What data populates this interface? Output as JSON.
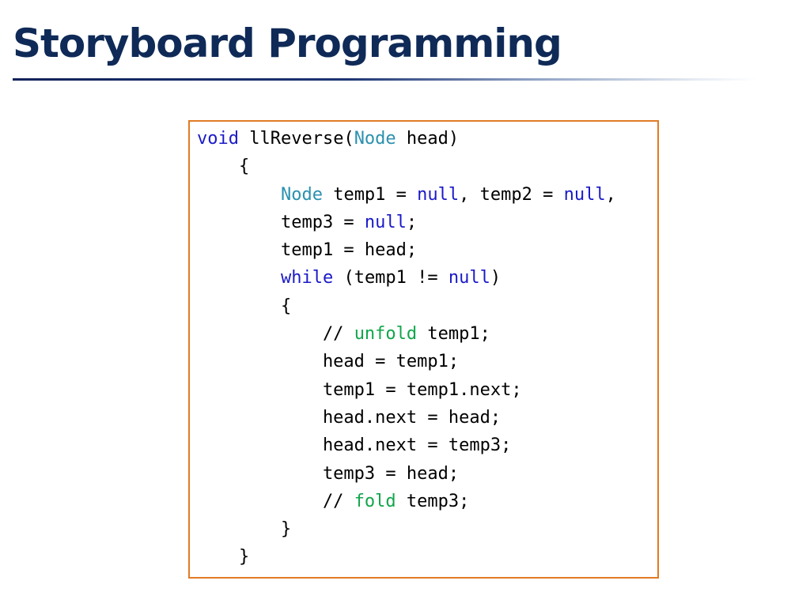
{
  "slide": {
    "title": "Storyboard Programming"
  },
  "colors": {
    "title": "#0f2a57",
    "box_border": "#e07b24",
    "keyword": "#1a1ac8",
    "type": "#2b91af",
    "comment_keyword": "#10a64b"
  },
  "code": {
    "lines": [
      [
        {
          "t": "void",
          "c": "keyword"
        },
        {
          "t": " llReverse(",
          "c": "plain"
        },
        {
          "t": "Node",
          "c": "type"
        },
        {
          "t": " head)",
          "c": "plain"
        }
      ],
      [
        {
          "t": "    {",
          "c": "plain"
        }
      ],
      [
        {
          "t": "        ",
          "c": "plain"
        },
        {
          "t": "Node",
          "c": "type"
        },
        {
          "t": " temp1 = ",
          "c": "plain"
        },
        {
          "t": "null",
          "c": "keyword"
        },
        {
          "t": ", temp2 = ",
          "c": "plain"
        },
        {
          "t": "null",
          "c": "keyword"
        },
        {
          "t": ",",
          "c": "plain"
        }
      ],
      [
        {
          "t": "        temp3 = ",
          "c": "plain"
        },
        {
          "t": "null",
          "c": "keyword"
        },
        {
          "t": ";",
          "c": "plain"
        }
      ],
      [
        {
          "t": "        temp1 = head;",
          "c": "plain"
        }
      ],
      [
        {
          "t": "        ",
          "c": "plain"
        },
        {
          "t": "while",
          "c": "keyword"
        },
        {
          "t": " (temp1 != ",
          "c": "plain"
        },
        {
          "t": "null",
          "c": "keyword"
        },
        {
          "t": ")",
          "c": "plain"
        }
      ],
      [
        {
          "t": "        {",
          "c": "plain"
        }
      ],
      [
        {
          "t": "            // ",
          "c": "plain"
        },
        {
          "t": "unfold",
          "c": "comment-kw"
        },
        {
          "t": " temp1;",
          "c": "plain"
        }
      ],
      [
        {
          "t": "            head = temp1;",
          "c": "plain"
        }
      ],
      [
        {
          "t": "            temp1 = temp1.next;",
          "c": "plain"
        }
      ],
      [
        {
          "t": "            head.next = head;",
          "c": "plain"
        }
      ],
      [
        {
          "t": "            head.next = temp3;",
          "c": "plain"
        }
      ],
      [
        {
          "t": "            temp3 = head;",
          "c": "plain"
        }
      ],
      [
        {
          "t": "            // ",
          "c": "plain"
        },
        {
          "t": "fold",
          "c": "comment-kw"
        },
        {
          "t": " temp3;",
          "c": "plain"
        }
      ],
      [
        {
          "t": "        }",
          "c": "plain"
        }
      ],
      [
        {
          "t": "    }",
          "c": "plain"
        }
      ]
    ]
  }
}
